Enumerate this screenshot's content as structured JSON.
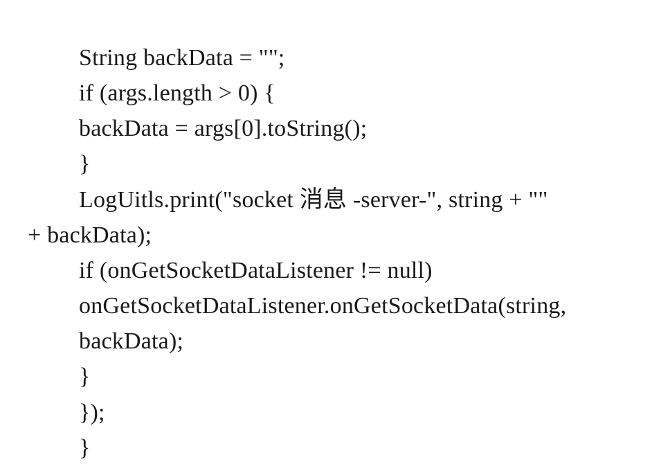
{
  "code": {
    "lines": [
      "String backData = \"\";",
      "if (args.length > 0) {",
      "backData = args[0].toString();",
      "}",
      "LogUitls.print(\"socket 消息 -server-\", string + \"\"",
      "+ backData);",
      "if (onGetSocketDataListener != null)",
      "onGetSocketDataListener.onGetSocketData(string,",
      "backData);",
      "}",
      "});",
      "}"
    ]
  }
}
